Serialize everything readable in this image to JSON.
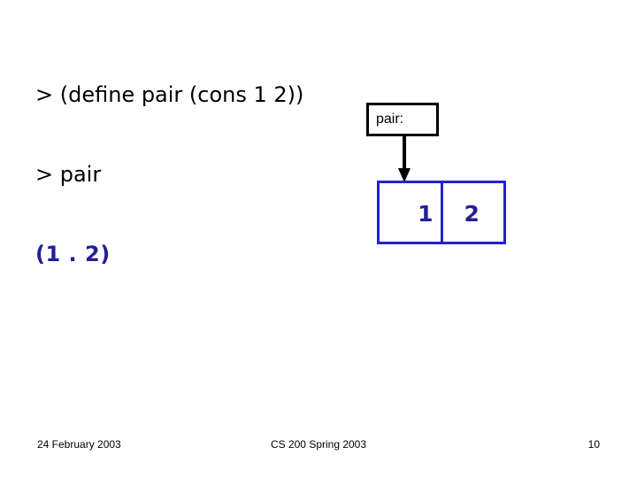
{
  "slide": {
    "repl_lines": [
      {
        "text": "> (define pair (cons 1 2))",
        "kind": "input"
      },
      {
        "text": "> pair",
        "kind": "input"
      },
      {
        "text": "(1 . 2)",
        "kind": "result"
      }
    ],
    "diagram": {
      "pair_box_label": "pair:",
      "cons_car": "1",
      "cons_cdr": "2",
      "box_border_color": "#000000",
      "cons_border_color": "#2222cc",
      "value_color": "#231f97"
    },
    "footer": {
      "date": "24 February 2003",
      "course": "CS 200 Spring 2003",
      "page": "10"
    }
  }
}
